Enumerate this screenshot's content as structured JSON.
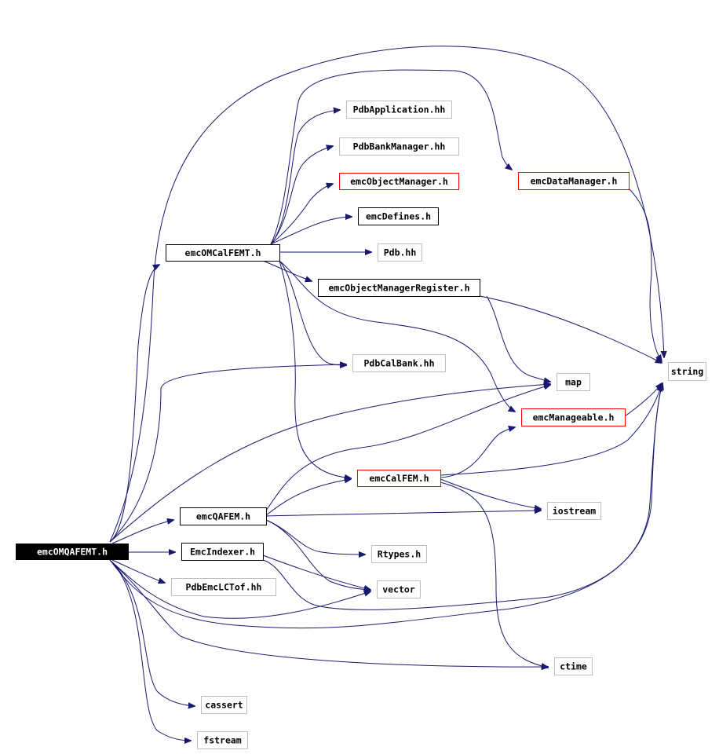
{
  "colors": {
    "edge": "#191970",
    "border_normal": "#000000",
    "border_doc": "#ff0000",
    "border_external": "#bfbfbf",
    "root_fill": "#000000",
    "root_text": "#ffffff",
    "text": "#000000"
  },
  "nodes": [
    {
      "id": "root",
      "label": "emcOMQAFEMT.h",
      "kind": "root"
    },
    {
      "id": "omcal",
      "label": "emcOMCalFEMT.h",
      "kind": "normal"
    },
    {
      "id": "pdbapp",
      "label": "PdbApplication.hh",
      "kind": "external"
    },
    {
      "id": "pdbbank",
      "label": "PdbBankManager.hh",
      "kind": "external"
    },
    {
      "id": "objmgr",
      "label": "emcObjectManager.h",
      "kind": "doc"
    },
    {
      "id": "defines",
      "label": "emcDefines.h",
      "kind": "normal"
    },
    {
      "id": "pdb",
      "label": "Pdb.hh",
      "kind": "external"
    },
    {
      "id": "objreg",
      "label": "emcObjectManagerRegister.h",
      "kind": "normal"
    },
    {
      "id": "datamgr",
      "label": "emcDataManager.h",
      "kind": "doc"
    },
    {
      "id": "calbank",
      "label": "PdbCalBank.hh",
      "kind": "external"
    },
    {
      "id": "map",
      "label": "map",
      "kind": "external"
    },
    {
      "id": "string",
      "label": "string",
      "kind": "external"
    },
    {
      "id": "manageable",
      "label": "emcManageable.h",
      "kind": "doc"
    },
    {
      "id": "calfem",
      "label": "emcCalFEM.h",
      "kind": "doc"
    },
    {
      "id": "qafem",
      "label": "emcQAFEM.h",
      "kind": "normal"
    },
    {
      "id": "iostream",
      "label": "iostream",
      "kind": "external"
    },
    {
      "id": "indexer",
      "label": "EmcIndexer.h",
      "kind": "normal"
    },
    {
      "id": "rtypes",
      "label": "Rtypes.h",
      "kind": "external"
    },
    {
      "id": "lctof",
      "label": "PdbEmcLCTof.hh",
      "kind": "external"
    },
    {
      "id": "vector",
      "label": "vector",
      "kind": "external"
    },
    {
      "id": "ctime",
      "label": "ctime",
      "kind": "external"
    },
    {
      "id": "cassert",
      "label": "cassert",
      "kind": "external"
    },
    {
      "id": "fstream",
      "label": "fstream",
      "kind": "external"
    }
  ],
  "edges": [
    [
      "root",
      "omcal"
    ],
    [
      "root",
      "qafem"
    ],
    [
      "root",
      "indexer"
    ],
    [
      "root",
      "lctof"
    ],
    [
      "root",
      "calbank"
    ],
    [
      "root",
      "map"
    ],
    [
      "root",
      "string"
    ],
    [
      "root",
      "vector"
    ],
    [
      "root",
      "ctime"
    ],
    [
      "root",
      "cassert"
    ],
    [
      "root",
      "fstream"
    ],
    [
      "root",
      "datamgr"
    ],
    [
      "omcal",
      "pdbapp"
    ],
    [
      "omcal",
      "pdbbank"
    ],
    [
      "omcal",
      "objmgr"
    ],
    [
      "omcal",
      "defines"
    ],
    [
      "omcal",
      "pdb"
    ],
    [
      "omcal",
      "objreg"
    ],
    [
      "omcal",
      "calbank"
    ],
    [
      "omcal",
      "manageable"
    ],
    [
      "omcal",
      "calfem"
    ],
    [
      "omcal",
      "datamgr"
    ],
    [
      "objreg",
      "string"
    ],
    [
      "objreg",
      "map"
    ],
    [
      "datamgr",
      "string"
    ],
    [
      "manageable",
      "string"
    ],
    [
      "calfem",
      "manageable"
    ],
    [
      "calfem",
      "string"
    ],
    [
      "calfem",
      "iostream"
    ],
    [
      "calfem",
      "ctime"
    ],
    [
      "qafem",
      "calfem"
    ],
    [
      "qafem",
      "map"
    ],
    [
      "qafem",
      "iostream"
    ],
    [
      "qafem",
      "rtypes"
    ],
    [
      "qafem",
      "vector"
    ],
    [
      "indexer",
      "vector"
    ],
    [
      "indexer",
      "string"
    ]
  ]
}
